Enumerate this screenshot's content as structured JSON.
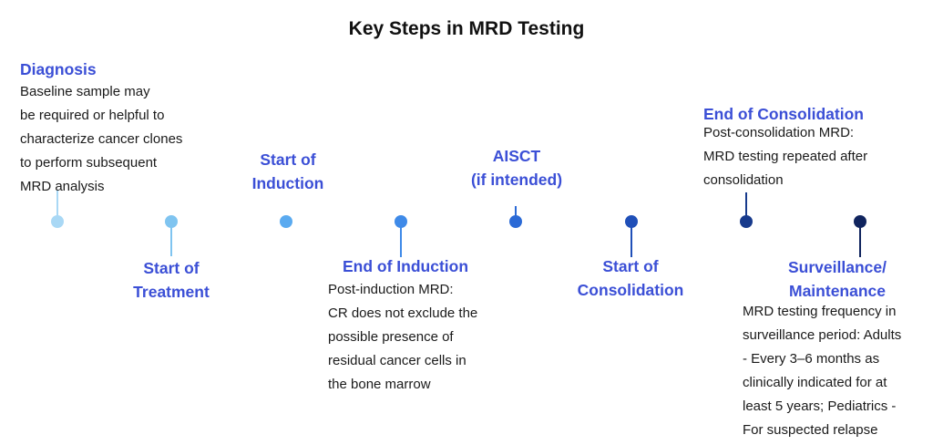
{
  "title": "Key Steps in MRD Testing",
  "colors": {
    "node1": "#a9d8f5",
    "node2": "#7fc4f0",
    "node3": "#5aaaf0",
    "node4": "#3f8ae8",
    "node5": "#2b6ad6",
    "node6": "#1f4fb8",
    "node7": "#173a8c",
    "node8": "#10245e",
    "title_text": "#3b4fd6"
  },
  "steps": [
    {
      "title": [
        "Diagnosis"
      ],
      "description": [
        "Baseline sample may",
        "be required or helpful to",
        "characterize cancer clones",
        "to perform subsequent",
        "MRD analysis"
      ]
    },
    {
      "title": [
        "Start of",
        "Treatment"
      ],
      "description": []
    },
    {
      "title": [
        "Start of",
        "Induction"
      ],
      "description": []
    },
    {
      "title": [
        "End of Induction"
      ],
      "description": [
        "Post-induction MRD:",
        "CR does not exclude the",
        "possible presence of",
        "residual cancer cells in",
        "the bone marrow"
      ]
    },
    {
      "title": [
        "AISCT",
        "(if intended)"
      ],
      "description": []
    },
    {
      "title": [
        "Start of",
        "Consolidation"
      ],
      "description": []
    },
    {
      "title": [
        "End of Consolidation"
      ],
      "description": [
        "Post-consolidation MRD:",
        "MRD testing repeated after",
        "consolidation"
      ]
    },
    {
      "title": [
        "Surveillance/",
        "Maintenance"
      ],
      "description": [
        "MRD testing frequency in",
        "surveillance period: Adults",
        "- Every 3–6 months as",
        "clinically indicated for at",
        "least 5 years; Pediatrics -",
        "For suspected relapse"
      ]
    }
  ]
}
